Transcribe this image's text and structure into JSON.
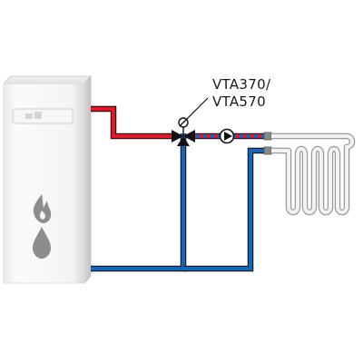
{
  "valve_label": {
    "line1": "VTA370/",
    "line2": "VTA570"
  },
  "components": {
    "boiler": "boiler",
    "boiler_icons": [
      "flame-icon",
      "oil-drop-icon"
    ],
    "valve": "thermostatic-mixing-valve",
    "pump": "circulation-pump",
    "heating_loop": "underfloor-heating-loop"
  },
  "colors": {
    "hot_supply": "#e3172a",
    "return": "#1668b5",
    "mixed_supply": "#7a4da0",
    "boiler_body": "#f4f4f5",
    "loop": "#f2f2f2",
    "outline": "#111111"
  }
}
